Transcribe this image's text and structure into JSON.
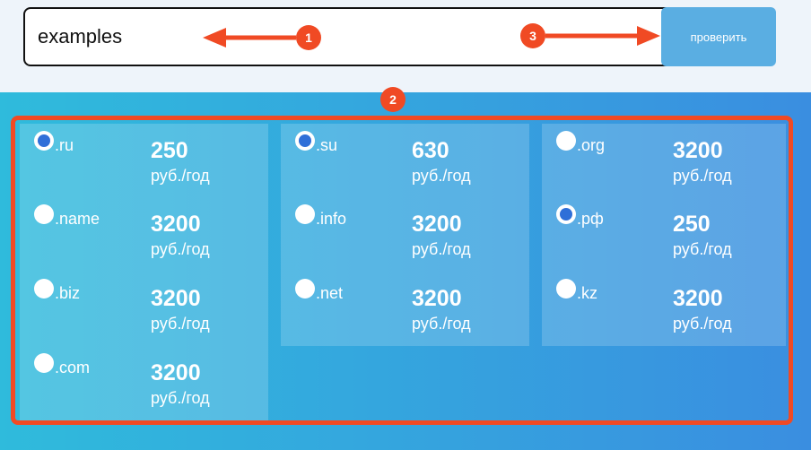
{
  "search": {
    "value": "examples"
  },
  "check_button_label": "проверить",
  "unit_label": "руб./год",
  "annotations": [
    "1",
    "2",
    "3"
  ],
  "colors": {
    "accent": "#f04a24",
    "radio_selected": "#2f6fd8",
    "button": "#5aaee2"
  },
  "columns": [
    {
      "options": [
        {
          "tld": ".ru",
          "price": "250",
          "checked": true
        },
        {
          "tld": ".name",
          "price": "3200",
          "checked": false
        },
        {
          "tld": ".biz",
          "price": "3200",
          "checked": false
        },
        {
          "tld": ".com",
          "price": "3200",
          "checked": false
        }
      ]
    },
    {
      "options": [
        {
          "tld": ".su",
          "price": "630",
          "checked": true
        },
        {
          "tld": ".info",
          "price": "3200",
          "checked": false
        },
        {
          "tld": ".net",
          "price": "3200",
          "checked": false
        }
      ]
    },
    {
      "options": [
        {
          "tld": ".org",
          "price": "3200",
          "checked": false
        },
        {
          "tld": ".рф",
          "price": "250",
          "checked": true
        },
        {
          "tld": ".kz",
          "price": "3200",
          "checked": false
        }
      ]
    }
  ]
}
